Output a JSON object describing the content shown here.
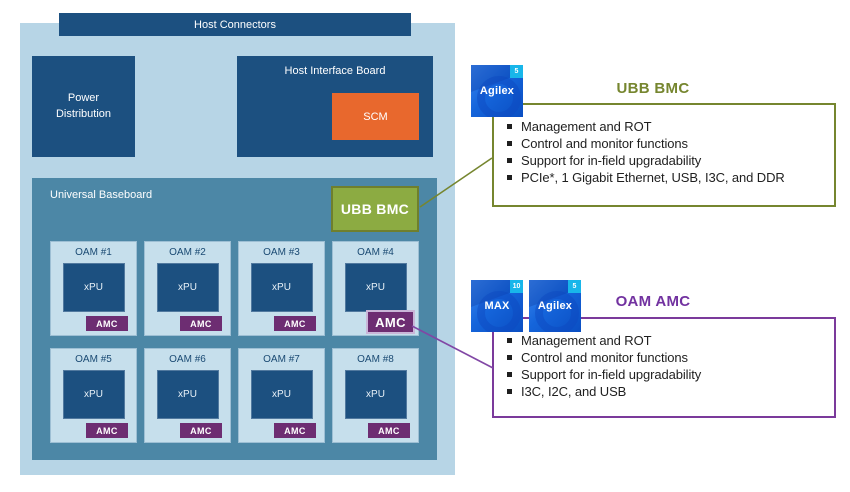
{
  "diagram": {
    "host_connectors": "Host Connectors",
    "power_distribution": "Power Distribution",
    "host_interface_board": "Host Interface Board",
    "scm": "SCM",
    "universal_baseboard": "Universal Baseboard",
    "ubb_bmc_chip": "UBB BMC",
    "oam_modules": [
      {
        "label": "OAM #1",
        "xpu": "xPU",
        "amc": "AMC",
        "highlighted": false
      },
      {
        "label": "OAM #2",
        "xpu": "xPU",
        "amc": "AMC",
        "highlighted": false
      },
      {
        "label": "OAM #3",
        "xpu": "xPU",
        "amc": "AMC",
        "highlighted": false
      },
      {
        "label": "OAM #4",
        "xpu": "xPU",
        "amc": "AMC",
        "highlighted": true
      },
      {
        "label": "OAM #5",
        "xpu": "xPU",
        "amc": "AMC",
        "highlighted": false
      },
      {
        "label": "OAM #6",
        "xpu": "xPU",
        "amc": "AMC",
        "highlighted": false
      },
      {
        "label": "OAM #7",
        "xpu": "xPU",
        "amc": "AMC",
        "highlighted": false
      },
      {
        "label": "OAM #8",
        "xpu": "xPU",
        "amc": "AMC",
        "highlighted": false
      }
    ]
  },
  "callouts": [
    {
      "id": "ubb-bmc",
      "title": "UBB BMC",
      "accent_color": "#76862F",
      "chips": [
        {
          "name": "Agilex",
          "tier": "5"
        }
      ],
      "bullets": [
        "Management and ROT",
        "Control and monitor functions",
        "Support for in-field upgradability",
        "PCIe*, 1 Gigabit Ethernet, USB, I3C, and DDR"
      ]
    },
    {
      "id": "oam-amc",
      "title": "OAM AMC",
      "accent_color": "#7B3A9B",
      "chips": [
        {
          "name": "MAX",
          "tier": "10"
        },
        {
          "name": "Agilex",
          "tier": "5"
        }
      ],
      "bullets": [
        "Management and ROT",
        "Control and monitor functions",
        "Support for in-field upgradability",
        "I3C, I2C, and USB"
      ]
    }
  ],
  "colors": {
    "navy": "#1C5080",
    "orange": "#E8682D",
    "teal_board": "#4C87A6",
    "outer_light_blue": "#B7D5E6",
    "card_light_blue": "#C6DFEC",
    "olive_fill": "#8CAB42",
    "olive_accent": "#76862F",
    "plum_amc": "#6D2D72",
    "violet_accent": "#7B3A9B",
    "badge_cyan": "#18B6EA"
  }
}
